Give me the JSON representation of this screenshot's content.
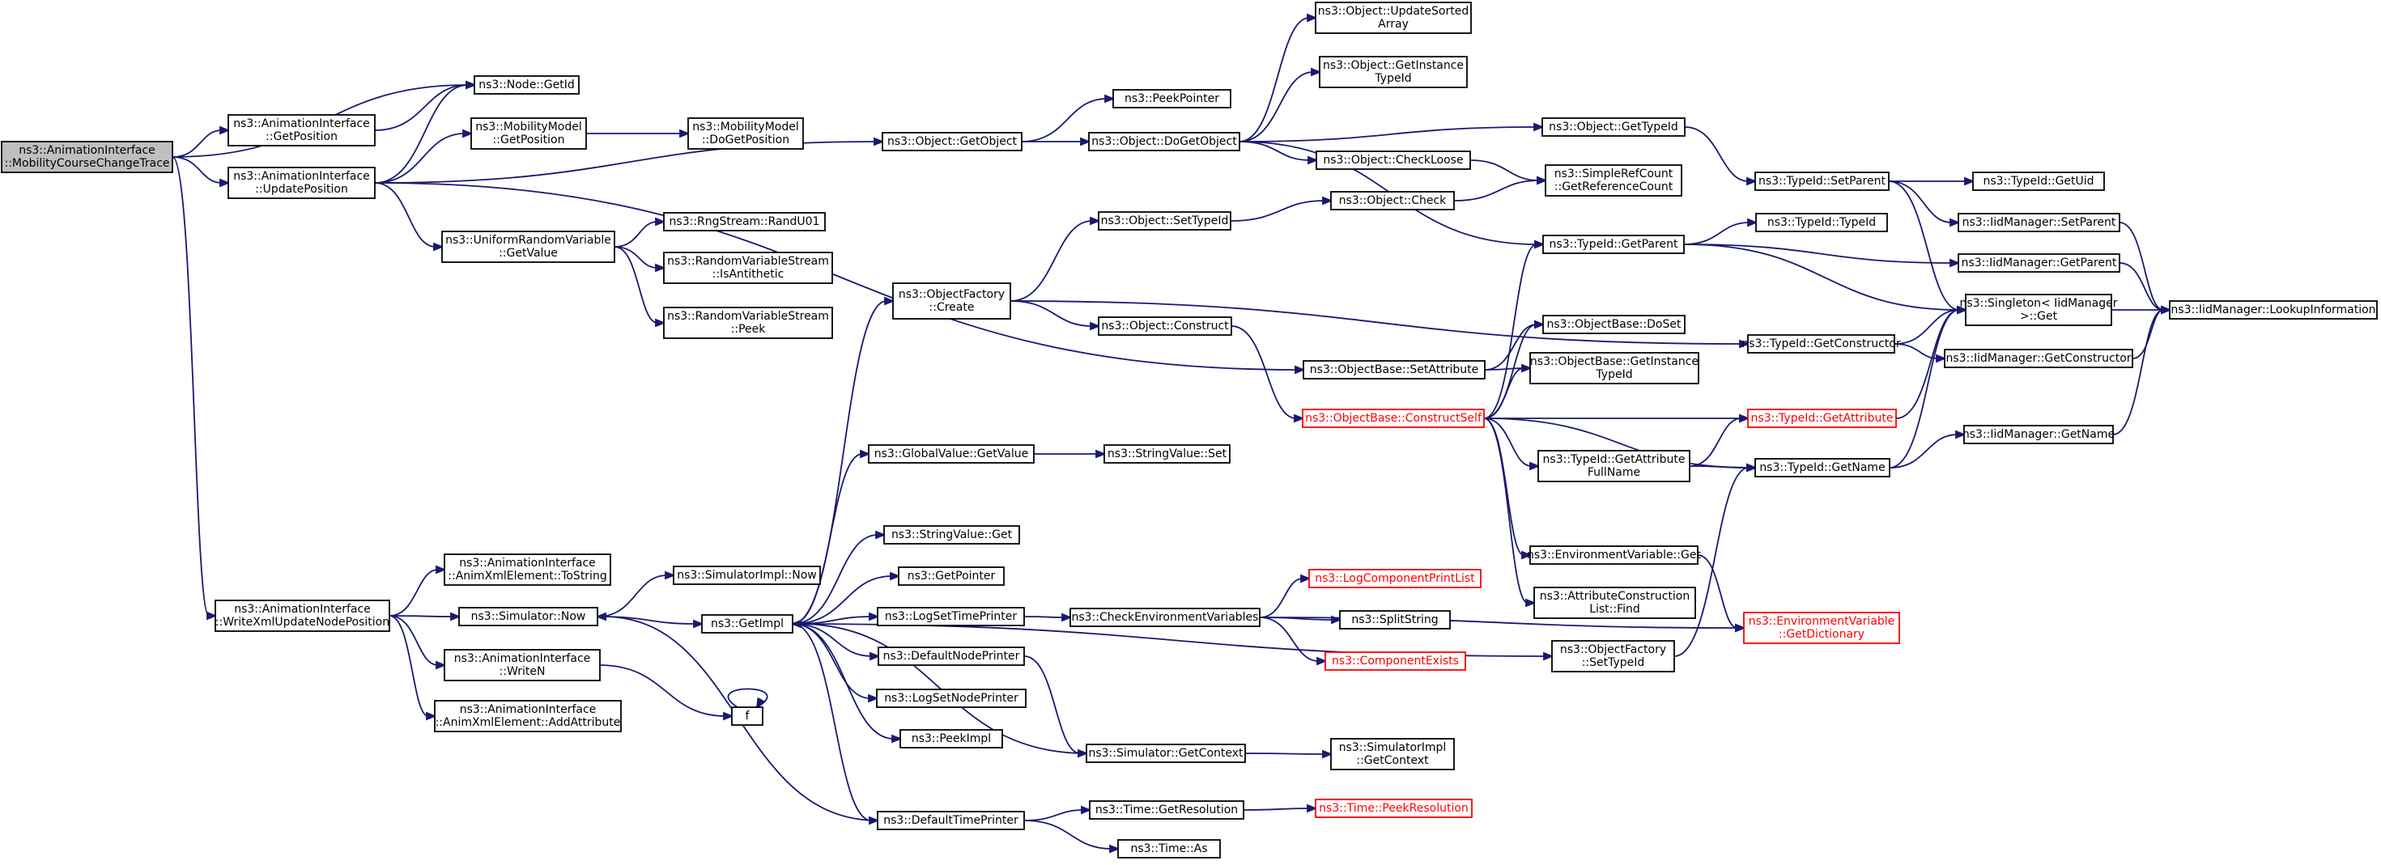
{
  "graph": {
    "type": "call-graph",
    "edge_color": "#191970",
    "root_fill": "#bfbfbf",
    "broken_link_color": "#ff0000",
    "nodes": {
      "root": {
        "lines": [
          "ns3::AnimationInterface",
          "::MobilityCourseChangeTrace"
        ],
        "root": true
      },
      "nodeGetId": {
        "lines": [
          "ns3::Node::GetId"
        ]
      },
      "aiGetPosition": {
        "lines": [
          "ns3::AnimationInterface",
          "::GetPosition"
        ]
      },
      "aiUpdatePosition": {
        "lines": [
          "ns3::AnimationInterface",
          "::UpdatePosition"
        ]
      },
      "aiWriteXml": {
        "lines": [
          "ns3::AnimationInterface",
          "::WriteXmlUpdateNodePosition"
        ]
      },
      "mmGetPosition": {
        "lines": [
          "ns3::MobilityModel",
          "::GetPosition"
        ]
      },
      "mmDoGetPosition": {
        "lines": [
          "ns3::MobilityModel",
          "::DoGetPosition"
        ]
      },
      "urvGetValue": {
        "lines": [
          "ns3::UniformRandomVariable",
          "::GetValue"
        ]
      },
      "rngRandU01": {
        "lines": [
          "ns3::RngStream::RandU01"
        ]
      },
      "rvsIsAntithetic": {
        "lines": [
          "ns3::RandomVariableStream",
          "::IsAntithetic"
        ]
      },
      "rvsPeek": {
        "lines": [
          "ns3::RandomVariableStream",
          "::Peek"
        ]
      },
      "aiToString": {
        "lines": [
          "ns3::AnimationInterface",
          "::AnimXmlElement::ToString"
        ]
      },
      "simNow": {
        "lines": [
          "ns3::Simulator::Now"
        ]
      },
      "aiWriteN": {
        "lines": [
          "ns3::AnimationInterface",
          "::WriteN"
        ]
      },
      "aiAddAttribute": {
        "lines": [
          "ns3::AnimationInterface",
          "::AnimXmlElement::AddAttribute"
        ]
      },
      "f": {
        "lines": [
          "f"
        ]
      },
      "simImplNow": {
        "lines": [
          "ns3::SimulatorImpl::Now"
        ]
      },
      "getImpl": {
        "lines": [
          "ns3::GetImpl"
        ]
      },
      "objGetObject": {
        "lines": [
          "ns3::Object::GetObject"
        ]
      },
      "objFactoryCreate": {
        "lines": [
          "ns3::ObjectFactory",
          "::Create"
        ]
      },
      "gvGetValue": {
        "lines": [
          "ns3::GlobalValue::GetValue"
        ]
      },
      "svGet": {
        "lines": [
          "ns3::StringValue::Get"
        ]
      },
      "getPointer": {
        "lines": [
          "ns3::GetPointer"
        ]
      },
      "logSetTimePrinter": {
        "lines": [
          "ns3::LogSetTimePrinter"
        ]
      },
      "defaultNodePrinter": {
        "lines": [
          "ns3::DefaultNodePrinter"
        ]
      },
      "logSetNodePrinter": {
        "lines": [
          "ns3::LogSetNodePrinter"
        ]
      },
      "peekImpl": {
        "lines": [
          "ns3::PeekImpl"
        ]
      },
      "defaultTimePrinter": {
        "lines": [
          "ns3::DefaultTimePrinter"
        ]
      },
      "peekPointer": {
        "lines": [
          "ns3::PeekPointer"
        ]
      },
      "objDoGetObject": {
        "lines": [
          "ns3::Object::DoGetObject"
        ]
      },
      "objSetTypeId": {
        "lines": [
          "ns3::Object::SetTypeId"
        ]
      },
      "objConstruct": {
        "lines": [
          "ns3::Object::Construct"
        ]
      },
      "svSet": {
        "lines": [
          "ns3::StringValue::Set"
        ]
      },
      "checkEnvVars": {
        "lines": [
          "ns3::CheckEnvironmentVariables"
        ]
      },
      "simGetContext": {
        "lines": [
          "ns3::Simulator::GetContext"
        ]
      },
      "timeGetResolution": {
        "lines": [
          "ns3::Time::GetResolution"
        ]
      },
      "timeAs": {
        "lines": [
          "ns3::Time::As"
        ]
      },
      "objUpdateSorted": {
        "lines": [
          "ns3::Object::UpdateSorted",
          "Array"
        ]
      },
      "objGetInstanceTypeId": {
        "lines": [
          "ns3::Object::GetInstance",
          "TypeId"
        ]
      },
      "objCheckLoose": {
        "lines": [
          "ns3::Object::CheckLoose"
        ]
      },
      "objCheck": {
        "lines": [
          "ns3::Object::Check"
        ]
      },
      "obSetAttribute": {
        "lines": [
          "ns3::ObjectBase::SetAttribute"
        ]
      },
      "obConstructSelf": {
        "lines": [
          "ns3::ObjectBase::ConstructSelf"
        ],
        "red": true
      },
      "logCompPrintList": {
        "lines": [
          "ns3::LogComponentPrintList"
        ],
        "red": true
      },
      "splitString": {
        "lines": [
          "ns3::SplitString"
        ]
      },
      "componentExists": {
        "lines": [
          "ns3::ComponentExists"
        ],
        "red": true
      },
      "simImplGetContext": {
        "lines": [
          "ns3::SimulatorImpl",
          "::GetContext"
        ]
      },
      "timePeekResolution": {
        "lines": [
          "ns3::Time::PeekResolution"
        ],
        "red": true
      },
      "objGetTypeId": {
        "lines": [
          "ns3::Object::GetTypeId"
        ]
      },
      "srcGetRefCount": {
        "lines": [
          "ns3::SimpleRefCount",
          "::GetReferenceCount"
        ]
      },
      "tidGetParent": {
        "lines": [
          "ns3::TypeId::GetParent"
        ]
      },
      "obDoSet": {
        "lines": [
          "ns3::ObjectBase::DoSet"
        ]
      },
      "obGetInstanceTypeId": {
        "lines": [
          "ns3::ObjectBase::GetInstance",
          "TypeId"
        ]
      },
      "tidGetAttrFullName": {
        "lines": [
          "ns3::TypeId::GetAttribute",
          "FullName"
        ]
      },
      "envVarGet": {
        "lines": [
          "ns3::EnvironmentVariable::Get"
        ]
      },
      "attrConstructionListFind": {
        "lines": [
          "ns3::AttributeConstruction",
          "List::Find"
        ]
      },
      "ofSetTypeId": {
        "lines": [
          "ns3::ObjectFactory",
          "::SetTypeId"
        ]
      },
      "tidSetParent": {
        "lines": [
          "ns3::TypeId::SetParent"
        ]
      },
      "tidTypeId": {
        "lines": [
          "ns3::TypeId::TypeId"
        ]
      },
      "tidGetConstructor": {
        "lines": [
          "ns3::TypeId::GetConstructor"
        ]
      },
      "tidGetAttribute": {
        "lines": [
          "ns3::TypeId::GetAttribute"
        ],
        "red": true
      },
      "tidGetName": {
        "lines": [
          "ns3::TypeId::GetName"
        ]
      },
      "envVarGetDictionary": {
        "lines": [
          "ns3::EnvironmentVariable",
          "::GetDictionary"
        ],
        "red": true
      },
      "tidGetUid": {
        "lines": [
          "ns3::TypeId::GetUid"
        ]
      },
      "iidSetParent": {
        "lines": [
          "ns3::IidManager::SetParent"
        ]
      },
      "iidGetParent": {
        "lines": [
          "ns3::IidManager::GetParent"
        ]
      },
      "singletonGet": {
        "lines": [
          "ns3::Singleton< IidManager",
          " >::Get"
        ]
      },
      "iidGetConstructor": {
        "lines": [
          "ns3::IidManager::GetConstructor"
        ]
      },
      "iidGetName": {
        "lines": [
          "ns3::IidManager::GetName"
        ]
      },
      "iidLookupInformation": {
        "lines": [
          "ns3::IidManager::LookupInformation"
        ]
      }
    },
    "edges": [
      [
        "root",
        "nodeGetId"
      ],
      [
        "root",
        "aiGetPosition"
      ],
      [
        "root",
        "aiUpdatePosition"
      ],
      [
        "root",
        "aiWriteXml"
      ],
      [
        "aiGetPosition",
        "nodeGetId"
      ],
      [
        "aiUpdatePosition",
        "nodeGetId"
      ],
      [
        "aiUpdatePosition",
        "mmGetPosition"
      ],
      [
        "aiUpdatePosition",
        "objGetObject"
      ],
      [
        "aiUpdatePosition",
        "urvGetValue"
      ],
      [
        "aiUpdatePosition",
        "obSetAttribute"
      ],
      [
        "mmGetPosition",
        "mmDoGetPosition"
      ],
      [
        "urvGetValue",
        "rngRandU01"
      ],
      [
        "urvGetValue",
        "rvsIsAntithetic"
      ],
      [
        "urvGetValue",
        "rvsPeek"
      ],
      [
        "objGetObject",
        "peekPointer"
      ],
      [
        "objGetObject",
        "objDoGetObject"
      ],
      [
        "objDoGetObject",
        "objUpdateSorted"
      ],
      [
        "objDoGetObject",
        "objGetInstanceTypeId"
      ],
      [
        "objDoGetObject",
        "objGetTypeId"
      ],
      [
        "objDoGetObject",
        "objCheckLoose"
      ],
      [
        "objDoGetObject",
        "tidGetParent"
      ],
      [
        "objGetTypeId",
        "tidSetParent"
      ],
      [
        "objCheckLoose",
        "srcGetRefCount"
      ],
      [
        "objCheck",
        "srcGetRefCount"
      ],
      [
        "tidSetParent",
        "tidGetUid"
      ],
      [
        "tidSetParent",
        "iidSetParent"
      ],
      [
        "tidSetParent",
        "singletonGet"
      ],
      [
        "iidSetParent",
        "iidLookupInformation"
      ],
      [
        "iidGetParent",
        "iidLookupInformation"
      ],
      [
        "singletonGet",
        "iidLookupInformation"
      ],
      [
        "iidGetConstructor",
        "iidLookupInformation"
      ],
      [
        "iidGetName",
        "iidLookupInformation"
      ],
      [
        "tidGetParent",
        "tidTypeId"
      ],
      [
        "tidGetParent",
        "iidGetParent"
      ],
      [
        "tidGetParent",
        "singletonGet"
      ],
      [
        "objSetTypeId",
        "objCheck"
      ],
      [
        "objFactoryCreate",
        "objSetTypeId"
      ],
      [
        "objFactoryCreate",
        "objConstruct"
      ],
      [
        "objFactoryCreate",
        "tidGetConstructor"
      ],
      [
        "objConstruct",
        "obConstructSelf"
      ],
      [
        "obSetAttribute",
        "obDoSet"
      ],
      [
        "obSetAttribute",
        "obGetInstanceTypeId"
      ],
      [
        "tidGetConstructor",
        "singletonGet"
      ],
      [
        "tidGetConstructor",
        "iidGetConstructor"
      ],
      [
        "obConstructSelf",
        "tidGetParent"
      ],
      [
        "obConstructSelf",
        "obDoSet"
      ],
      [
        "obConstructSelf",
        "obGetInstanceTypeId"
      ],
      [
        "obConstructSelf",
        "tidGetAttribute"
      ],
      [
        "obConstructSelf",
        "tidGetAttrFullName"
      ],
      [
        "obConstructSelf",
        "tidGetName"
      ],
      [
        "obConstructSelf",
        "envVarGet"
      ],
      [
        "obConstructSelf",
        "attrConstructionListFind"
      ],
      [
        "tidGetAttribute",
        "singletonGet"
      ],
      [
        "tidGetAttrFullName",
        "tidGetAttribute"
      ],
      [
        "tidGetAttrFullName",
        "tidGetName"
      ],
      [
        "tidGetName",
        "singletonGet"
      ],
      [
        "tidGetName",
        "iidGetName"
      ],
      [
        "envVarGet",
        "envVarGetDictionary"
      ],
      [
        "ofSetTypeId",
        "tidGetName"
      ],
      [
        "aiWriteXml",
        "aiToString"
      ],
      [
        "aiWriteXml",
        "simNow"
      ],
      [
        "aiWriteXml",
        "aiWriteN"
      ],
      [
        "aiWriteXml",
        "aiAddAttribute"
      ],
      [
        "aiWriteN",
        "f"
      ],
      [
        "f",
        "f"
      ],
      [
        "simNow",
        "simImplNow"
      ],
      [
        "simNow",
        "getImpl"
      ],
      [
        "getImpl",
        "objFactoryCreate"
      ],
      [
        "getImpl",
        "gvGetValue"
      ],
      [
        "getImpl",
        "ofSetTypeId"
      ],
      [
        "getImpl",
        "svGet"
      ],
      [
        "getImpl",
        "getPointer"
      ],
      [
        "getImpl",
        "logSetTimePrinter"
      ],
      [
        "getImpl",
        "defaultNodePrinter"
      ],
      [
        "getImpl",
        "logSetNodePrinter"
      ],
      [
        "getImpl",
        "peekImpl"
      ],
      [
        "getImpl",
        "defaultTimePrinter"
      ],
      [
        "gvGetValue",
        "svSet"
      ],
      [
        "logSetTimePrinter",
        "checkEnvVars"
      ],
      [
        "checkEnvVars",
        "logCompPrintList"
      ],
      [
        "checkEnvVars",
        "splitString"
      ],
      [
        "checkEnvVars",
        "componentExists"
      ],
      [
        "checkEnvVars",
        "envVarGetDictionary"
      ],
      [
        "defaultNodePrinter",
        "simGetContext"
      ],
      [
        "simGetContext",
        "simImplGetContext"
      ],
      [
        "simGetContext",
        "getImpl"
      ],
      [
        "defaultTimePrinter",
        "timeGetResolution"
      ],
      [
        "defaultTimePrinter",
        "timeAs"
      ],
      [
        "defaultTimePrinter",
        "simNow"
      ],
      [
        "timeGetResolution",
        "timePeekResolution"
      ]
    ]
  }
}
